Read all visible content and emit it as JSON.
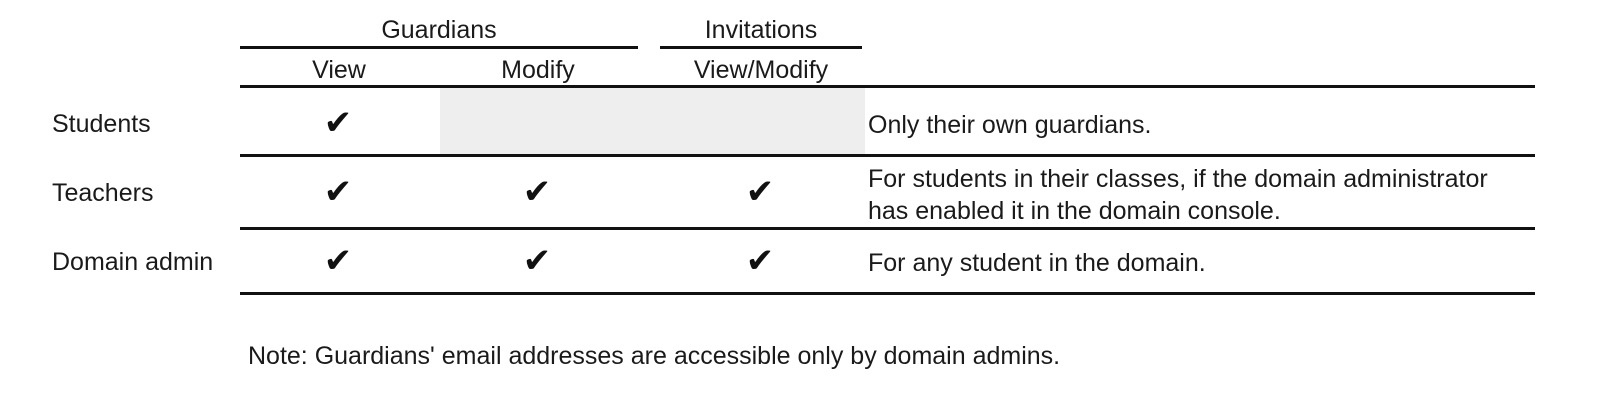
{
  "table": {
    "column_groups": [
      {
        "label": "Guardians",
        "span": 2
      },
      {
        "label": "Invitations",
        "span": 1
      }
    ],
    "columns": [
      {
        "label": ""
      },
      {
        "label": "View"
      },
      {
        "label": "Modify"
      },
      {
        "label": "View/Modify"
      },
      {
        "label": ""
      }
    ],
    "check_glyph": "✔",
    "rows": [
      {
        "label": "Students",
        "guardians_view": "✔",
        "guardians_modify": "",
        "invitations_view_modify": "",
        "notes": "Only their own guardians."
      },
      {
        "label": "Teachers",
        "guardians_view": "✔",
        "guardians_modify": "✔",
        "invitations_view_modify": "✔",
        "notes": "For students in their classes, if the domain administrator has enabled it in the domain console."
      },
      {
        "label": "Domain admin",
        "guardians_view": "✔",
        "guardians_modify": "✔",
        "invitations_view_modify": "✔",
        "notes": "For any student in the domain."
      }
    ]
  },
  "note": "Note: Guardians' email addresses are accessible only by domain admins.",
  "colors": {
    "text": "#1a1a1a",
    "rule": "#111111",
    "disabled_cell": "#eeeeee",
    "background": "#ffffff"
  }
}
